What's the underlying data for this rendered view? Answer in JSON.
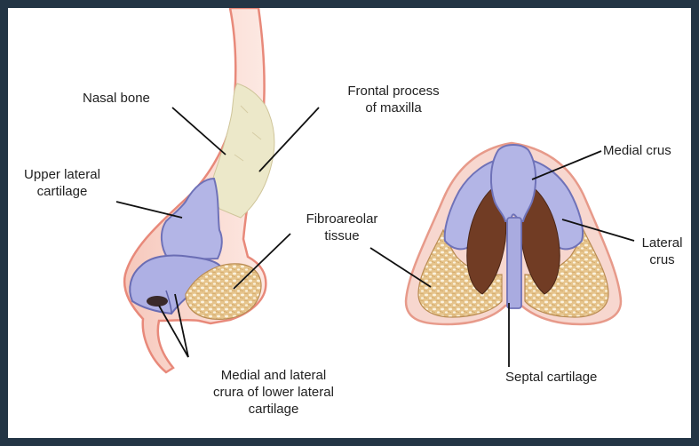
{
  "colors": {
    "frame": "#233545",
    "skin": "#f0a692",
    "bone": "#eeeacd",
    "cartilage": "#b2b4e6",
    "fibro": "#e8c892",
    "cavity": "#6e3a22",
    "leader": "#111111"
  },
  "labels": {
    "nasal_bone": "Nasal bone",
    "frontal_process": "Frontal process\nof maxilla",
    "upper_lateral": "Upper lateral\ncartilage",
    "fibroareolar": "Fibroareolar\ntissue",
    "medial_lateral": "Medial and lateral\ncrura of lower lateral\ncartilage",
    "medial_crus": "Medial crus",
    "lateral_crus": "Lateral\ncrus",
    "septal": "Septal cartilage"
  }
}
